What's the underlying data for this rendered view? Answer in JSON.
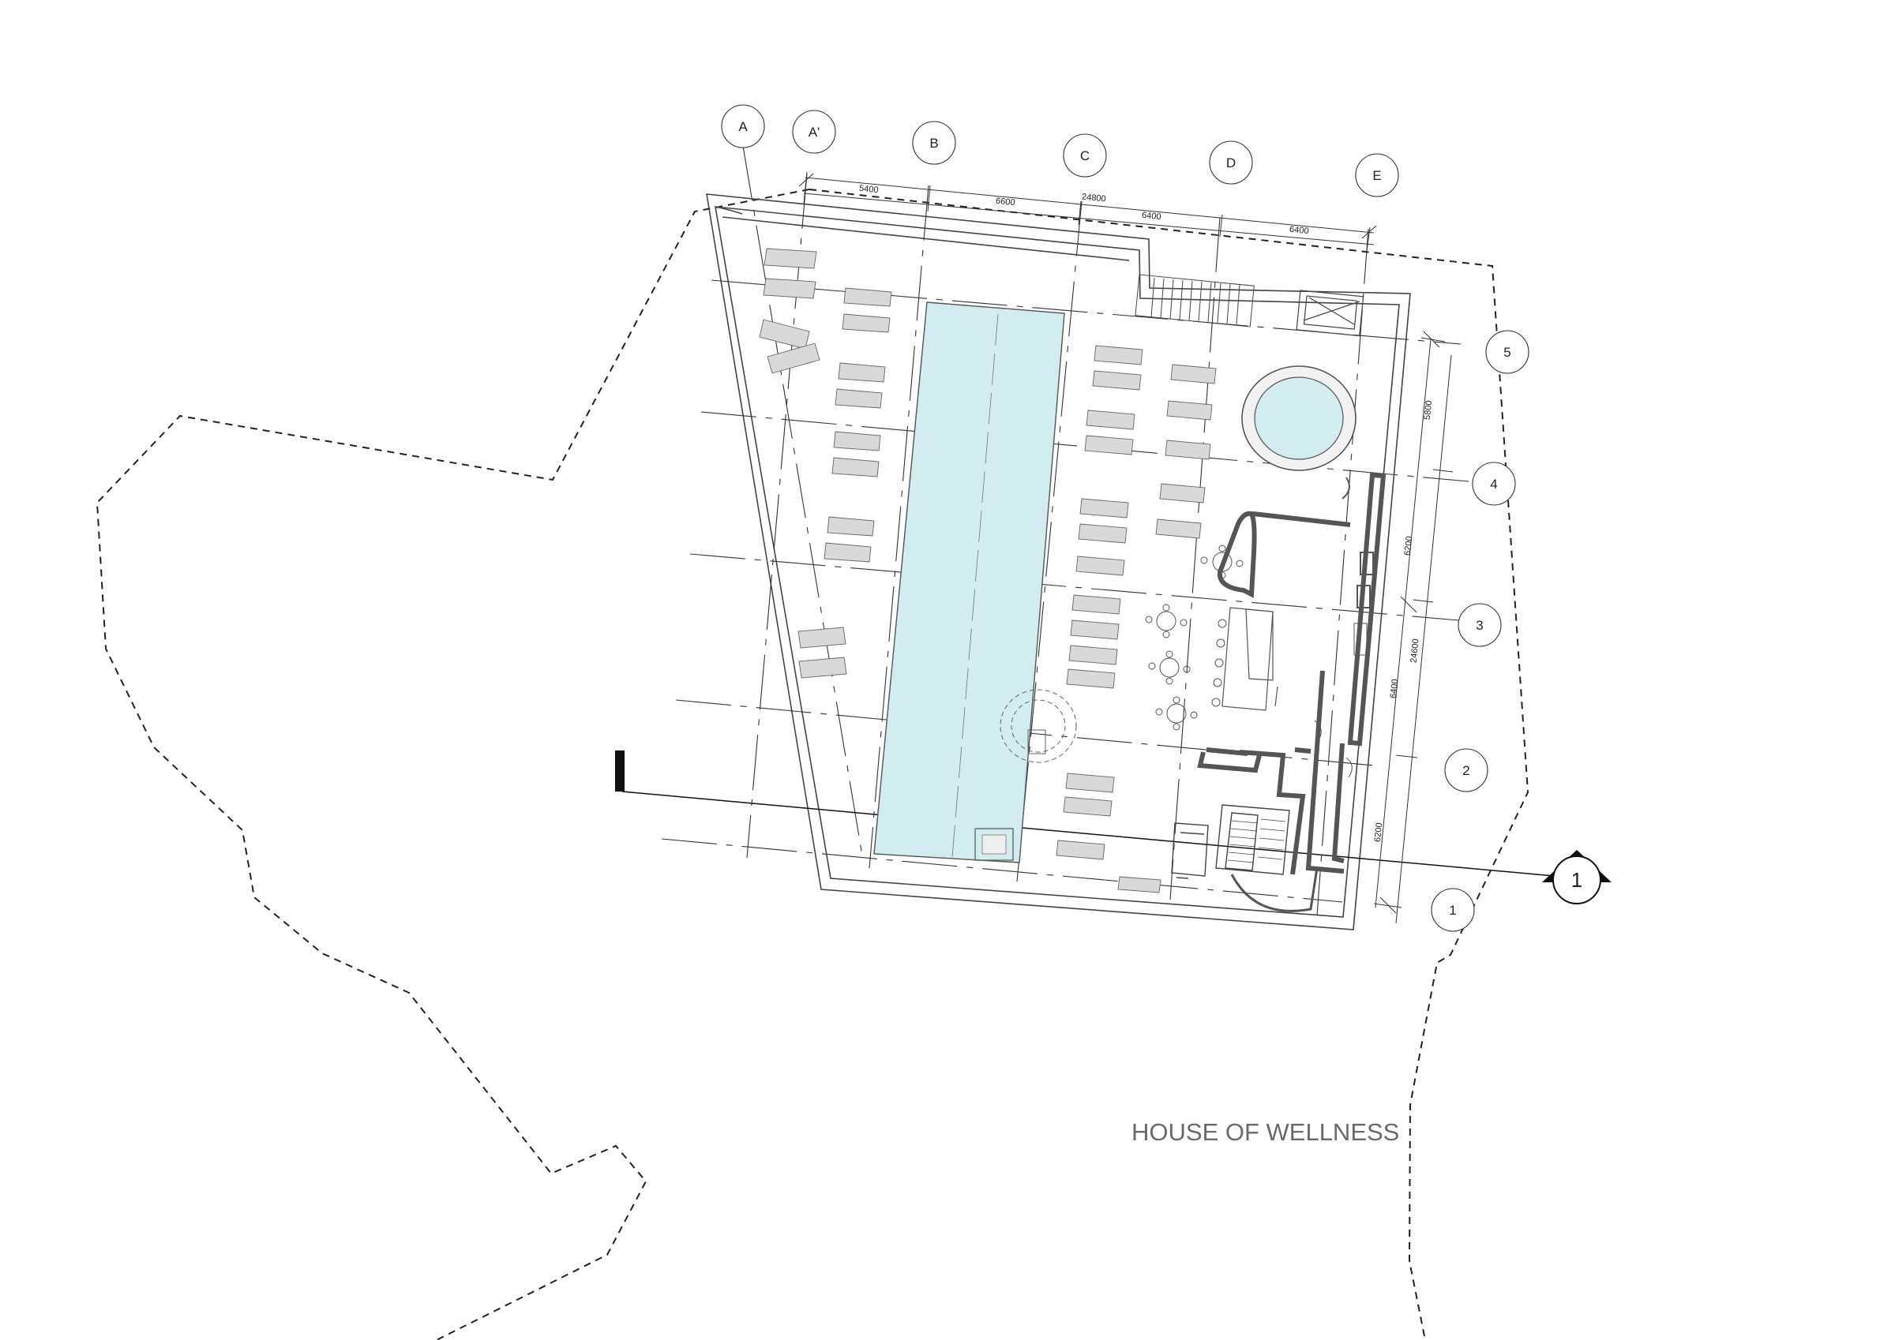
{
  "drawing": {
    "title": "HOUSE OF WELLNESS",
    "section_marker": "1",
    "colors": {
      "pool_water": "#d3ecef",
      "walls": "#555555",
      "lines": "#333333",
      "title": "#6a6a6a"
    }
  },
  "grid_axes": {
    "columns": [
      "A",
      "A'",
      "B",
      "C",
      "D",
      "E"
    ],
    "rows": [
      "5",
      "4",
      "3",
      "2",
      "1"
    ]
  },
  "dimensions": {
    "top_total": "24800",
    "top_segments": [
      "5400",
      "6600",
      "6400",
      "6400"
    ],
    "side_total": "24600",
    "side_segments": [
      "5800",
      "6200",
      "6400",
      "6200"
    ]
  }
}
